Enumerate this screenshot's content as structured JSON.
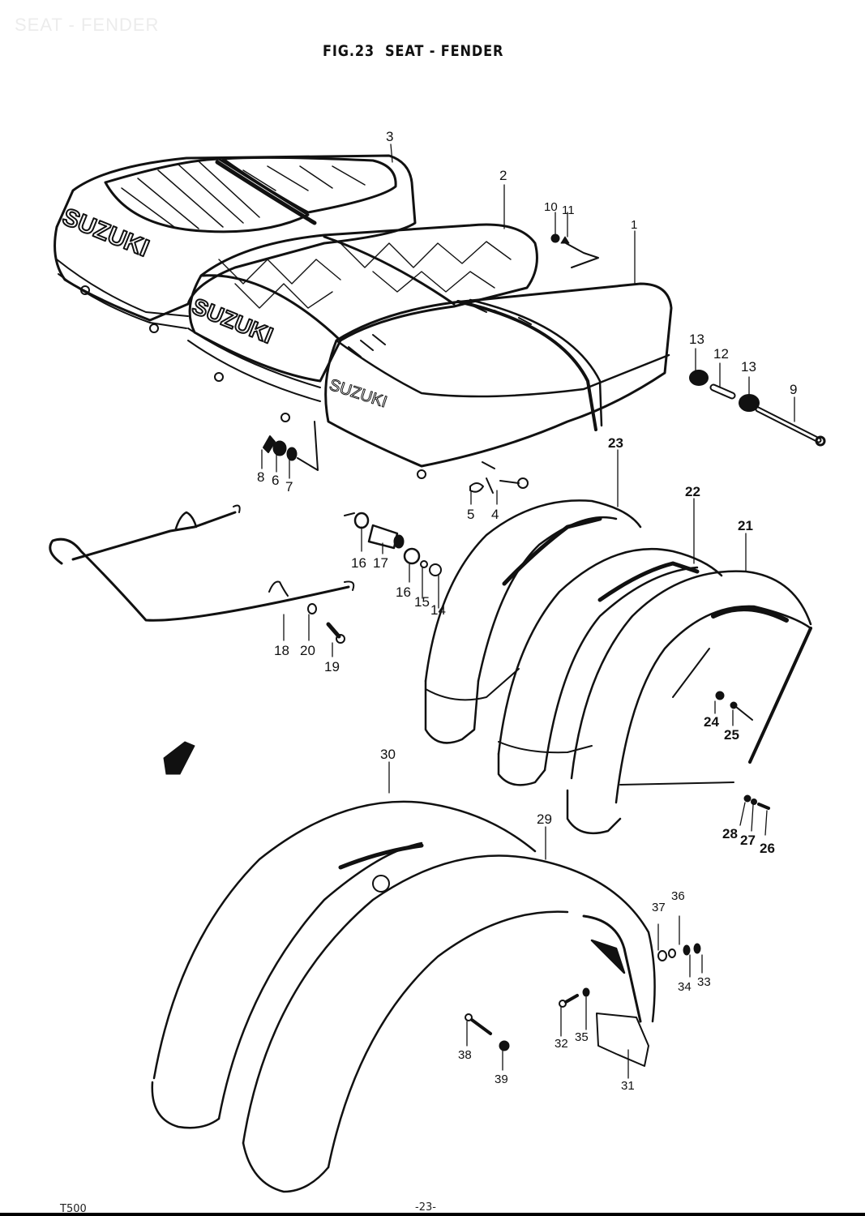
{
  "watermark": "SEAT - FENDER",
  "title": "FIG.23  SEAT - FENDER",
  "footer": {
    "model": "T500",
    "page": "-23-"
  },
  "brand_text": "SUZUKI",
  "callouts": {
    "c1": "1",
    "c2": "2",
    "c3": "3",
    "c4": "4",
    "c5": "5",
    "c6": "6",
    "c7": "7",
    "c8": "8",
    "c9": "9",
    "c10": "10",
    "c11": "11",
    "c12": "12",
    "c13a": "13",
    "c13b": "13",
    "c14": "14",
    "c15": "15",
    "c16a": "16",
    "c16b": "16",
    "c17": "17",
    "c18": "18",
    "c19": "19",
    "c20": "20",
    "c21": "21",
    "c22": "22",
    "c23": "23",
    "c24": "24",
    "c25": "25",
    "c26": "26",
    "c27": "27",
    "c28": "28",
    "c29": "29",
    "c30": "30",
    "c31": "31",
    "c32": "32",
    "c33": "33",
    "c34": "34",
    "c35": "35",
    "c36": "36",
    "c37": "37",
    "c38": "38",
    "c39": "39"
  }
}
